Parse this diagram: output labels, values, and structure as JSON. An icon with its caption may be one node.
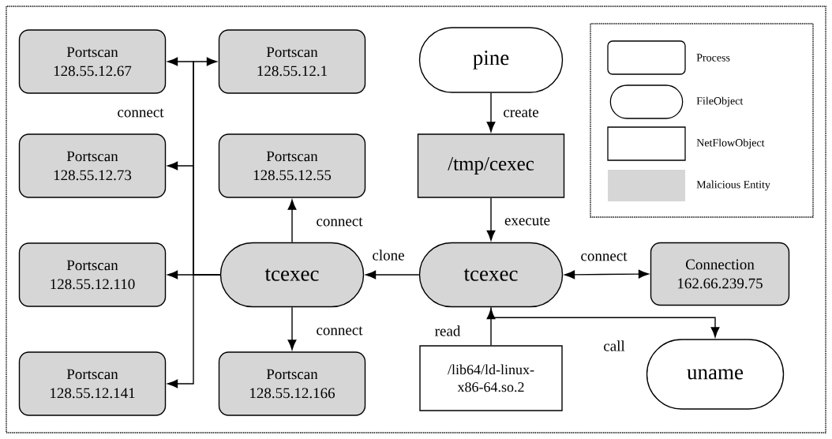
{
  "diagram": {
    "nodes": [
      {
        "text": [
          "Portscan 128.55.12.67"
        ]
      },
      {
        "text": [
          "Portscan 128.55.12.1"
        ]
      },
      {
        "text": [
          "pine"
        ]
      },
      {
        "text": [
          "Portscan 128.55.12.73"
        ]
      },
      {
        "text": [
          "Portscan 128.55.12.55"
        ]
      },
      {
        "text": [
          "/tmp/cexec"
        ]
      },
      {
        "text": [
          "Portscan 128.55.12.110"
        ]
      },
      {
        "text": [
          "tcexec"
        ]
      },
      {
        "text": [
          "tcexec"
        ]
      },
      {
        "text": [
          "Connection 162.66.239.75"
        ]
      },
      {
        "text": [
          "Portscan 128.55.12.141"
        ]
      },
      {
        "text": [
          "Portscan 128.55.12.166"
        ]
      },
      {
        "text": [
          "/lib64/ld-linux-x86-64.so.2"
        ]
      },
      {
        "text": [
          "uname"
        ]
      }
    ],
    "edges": [
      {
        "from": 2,
        "to": 5,
        "arrow": "to",
        "label": "create"
      },
      {
        "from": 5,
        "to": 8,
        "arrow": "to",
        "label": "execute"
      },
      {
        "from": 8,
        "to": 7,
        "arrow": "to",
        "label": "clone"
      },
      {
        "from": 8,
        "to": 9,
        "arrow": "both",
        "label": "connect"
      },
      {
        "from": 12,
        "to": 8,
        "arrow": "to",
        "label": "read"
      },
      {
        "from": 8,
        "to": 13,
        "arrow": "to",
        "label": "call"
      },
      {
        "from": 7,
        "to": 4,
        "arrow": "to",
        "label": "connect"
      },
      {
        "from": 7,
        "to": 11,
        "arrow": "to",
        "label": "connect"
      },
      {
        "from": 7,
        "to": 0,
        "arrow": "to",
        "label": "connect"
      },
      {
        "from": 7,
        "to": 1,
        "arrow": "to"
      },
      {
        "from": 7,
        "to": 3,
        "arrow": "to"
      },
      {
        "from": 7,
        "to": 6,
        "arrow": "to"
      },
      {
        "from": 7,
        "to": 10,
        "arrow": "to"
      }
    ],
    "legend": [
      {
        "text": "Process"
      },
      {
        "text": "FileObject"
      },
      {
        "text": "NetFlowObject"
      },
      {
        "text": "Malicious Entity"
      }
    ]
  }
}
